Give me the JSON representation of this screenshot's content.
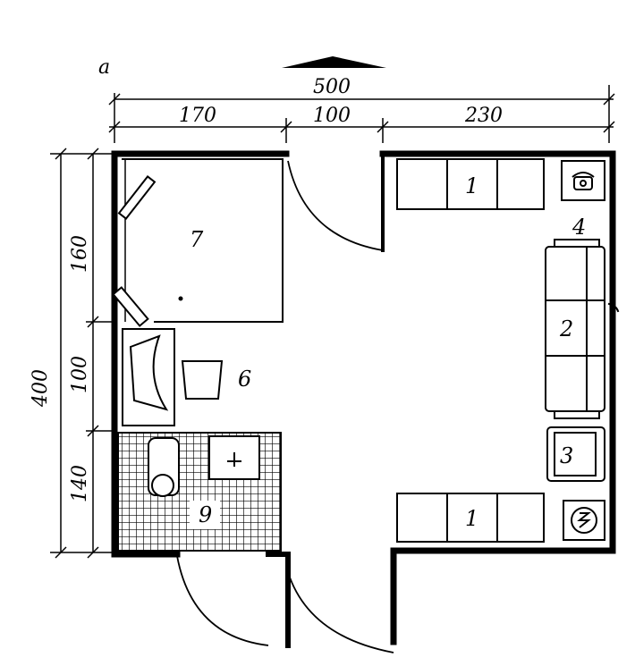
{
  "figure_label": "a",
  "dimensions": {
    "overall_width": "500",
    "segment_left": "170",
    "segment_mid": "100",
    "segment_right": "230",
    "overall_height": "400",
    "segment_top": "160",
    "segment_middle": "100",
    "segment_bottom": "140"
  },
  "items": {
    "sofa_top": "1",
    "sofa_bottom": "1",
    "sofa_right": "2",
    "armchair": "3",
    "phone_table": "4",
    "desk_chair": "6",
    "bed": "7",
    "bathroom": "9"
  },
  "colors": {
    "line": "#000000",
    "background": "#ffffff"
  }
}
